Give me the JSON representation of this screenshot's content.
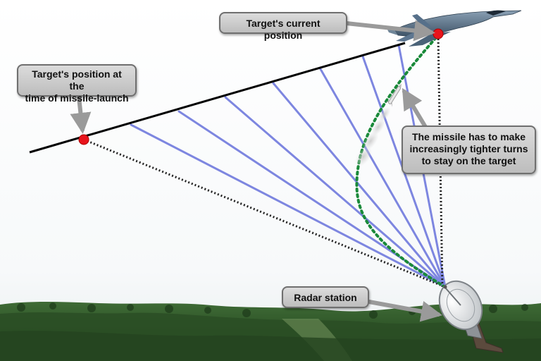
{
  "callouts": {
    "current_position": "Target's current position",
    "launch_position": [
      "Target's position at the",
      "time of missile-launch"
    ],
    "missile_turns": [
      "The missile has to make",
      "increasingly tighter turns",
      "to stay on the target"
    ],
    "radar_station": "Radar station"
  },
  "colors": {
    "target_path": "#000000",
    "target_marker": "#e8141c",
    "radar_beams": "#7d86e0",
    "missile_path": "#1a8a3a",
    "sight_lines": "#222222",
    "forest": "#2f5a2a",
    "sky": "#ffffff"
  },
  "icons": [
    "fighter-jet-icon",
    "missile-icon",
    "radar-dish-icon",
    "forest-hills"
  ]
}
